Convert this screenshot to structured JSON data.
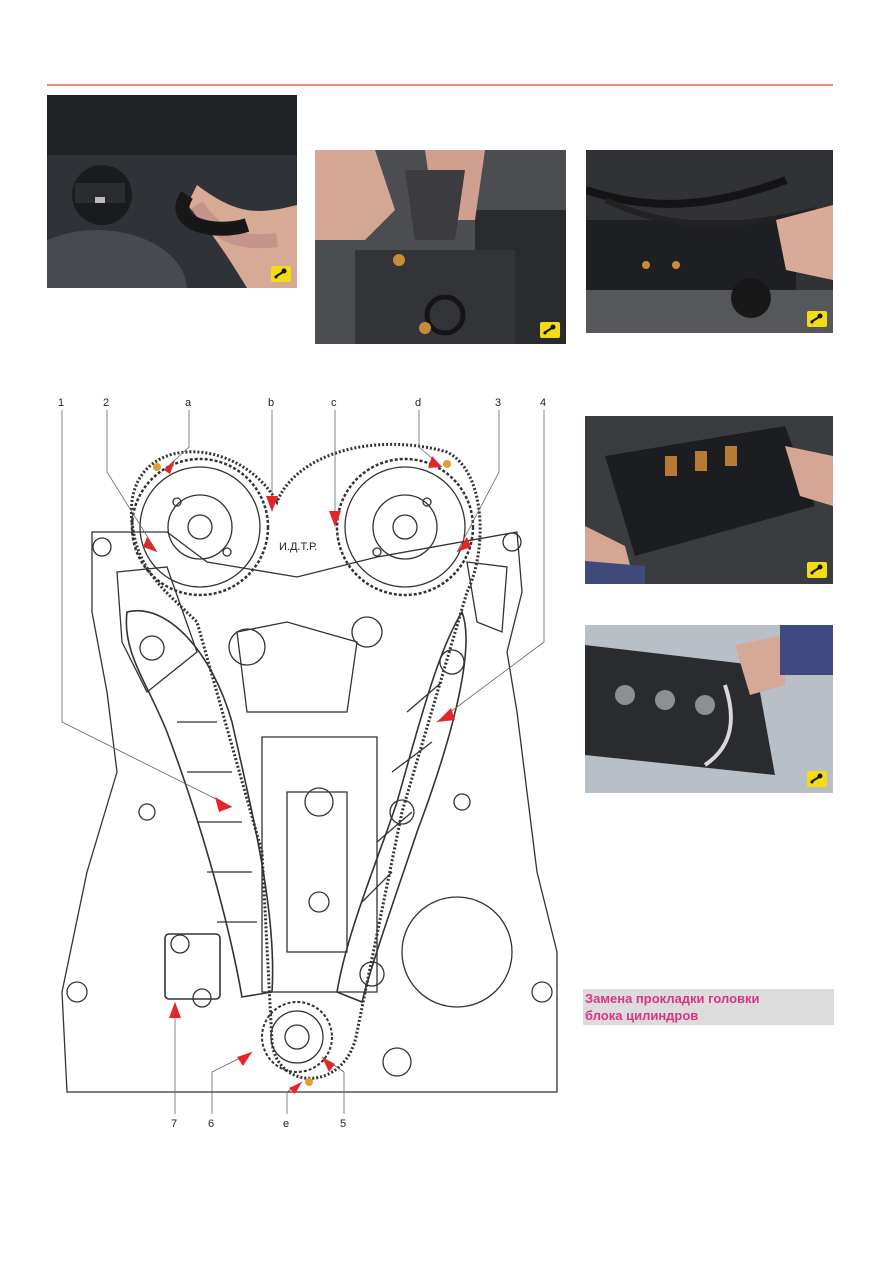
{
  "section_heading": [
    "Замена прокладки головки",
    "блока цилиндров"
  ],
  "diagram": {
    "callouts": {
      "n1": "1",
      "n2": "2",
      "na": "a",
      "nb": "b",
      "nc": "c",
      "nd": "d",
      "n3": "3",
      "n4": "4",
      "n7": "7",
      "n6": "6",
      "ne": "e",
      "n5": "5"
    },
    "engraving": "И.Д.Т.Р."
  },
  "photos": [
    {
      "name": "photo-oil-cap-hose"
    },
    {
      "name": "photo-coil-connector"
    },
    {
      "name": "photo-cylinder-head-cover-hoses"
    },
    {
      "name": "photo-removing-head-cover"
    },
    {
      "name": "photo-cover-gasket"
    }
  ],
  "colors": {
    "accent_rule": "#e2917a",
    "heading_text": "#d9338a",
    "badge": "#f2dc13",
    "arrow": "#e3262a"
  },
  "icons": [
    "wrench-icon"
  ]
}
